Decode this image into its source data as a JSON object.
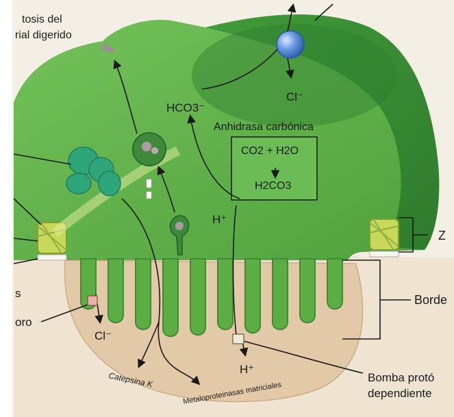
{
  "labels": {
    "exocytosis_line1": "tosis del",
    "exocytosis_line2": "rial digerido",
    "hco3": "HCO3⁻",
    "cl_top": "Cl⁻",
    "anhidrasa": "Anhidrasa carbónica",
    "co2_h2o": "CO2 + H2O",
    "h2co3": "H2CO3",
    "h_plus_cell": "H⁺",
    "cl_bottom": "Cl⁻",
    "h_plus_bottom": "H⁺",
    "catepsina": "Catepsina K",
    "metaloproteinasas": "Metaloproteinasas matriciales",
    "zone_label": "Z",
    "border_label": "Borde",
    "chloride_channel": "oro",
    "pump_line1": "Bomba protó",
    "pump_line2": "dependiente",
    "left_fragment": "s"
  },
  "colors": {
    "cell_green": "#5cae44",
    "cell_dark": "#2e7f2e",
    "lacuna": "#e3cdb0",
    "channel_blue": "#5b8fd8"
  }
}
